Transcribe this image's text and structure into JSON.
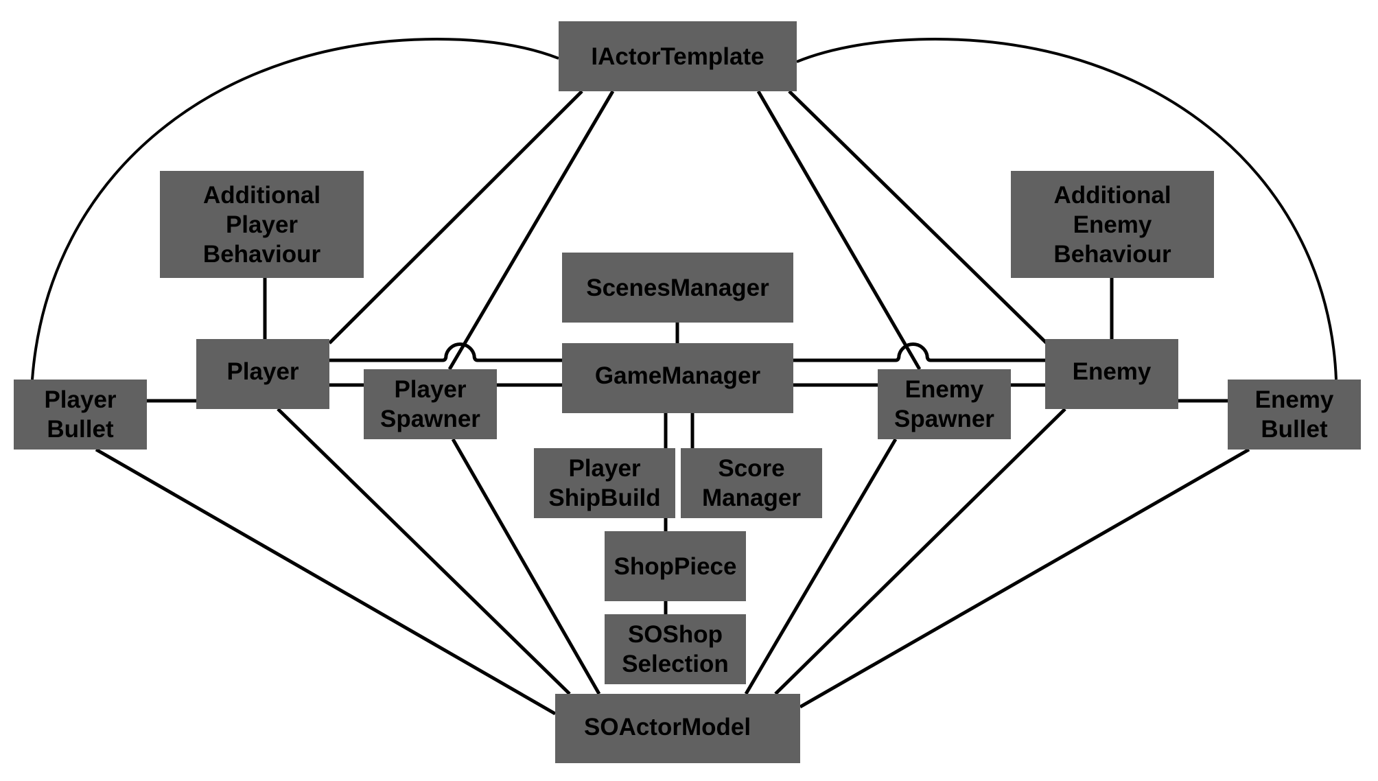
{
  "diagram": {
    "colors": {
      "node_fill": "#616161",
      "node_text": "#000000",
      "edge": "#000000",
      "background": "#ffffff"
    },
    "nodes": [
      {
        "id": "iactortemplate",
        "label": "IActorTemplate"
      },
      {
        "id": "additional-player-behaviour",
        "label": "Additional\nPlayer\nBehaviour"
      },
      {
        "id": "additional-enemy-behaviour",
        "label": "Additional\nEnemy\nBehaviour"
      },
      {
        "id": "scenesmanager",
        "label": "ScenesManager"
      },
      {
        "id": "player",
        "label": "Player"
      },
      {
        "id": "gamemanager",
        "label": "GameManager"
      },
      {
        "id": "enemy",
        "label": "Enemy"
      },
      {
        "id": "player-bullet",
        "label": "Player\nBullet"
      },
      {
        "id": "player-spawner",
        "label": "Player\nSpawner"
      },
      {
        "id": "enemy-spawner",
        "label": "Enemy\nSpawner"
      },
      {
        "id": "enemy-bullet",
        "label": "Enemy\nBullet"
      },
      {
        "id": "player-shipbuild",
        "label": "Player\nShipBuild"
      },
      {
        "id": "score-manager",
        "label": "Score\nManager"
      },
      {
        "id": "shoppiece",
        "label": "ShopPiece"
      },
      {
        "id": "soshop-selection",
        "label": "SOShop\nSelection"
      },
      {
        "id": "soactormodel",
        "label": "SOActorModel"
      }
    ],
    "edges": [
      {
        "from": "iactortemplate",
        "to": "player-bullet",
        "style": "arc"
      },
      {
        "from": "iactortemplate",
        "to": "enemy-bullet",
        "style": "arc"
      },
      {
        "from": "iactortemplate",
        "to": "player"
      },
      {
        "from": "iactortemplate",
        "to": "player-spawner"
      },
      {
        "from": "iactortemplate",
        "to": "enemy-spawner"
      },
      {
        "from": "iactortemplate",
        "to": "enemy"
      },
      {
        "from": "additional-player-behaviour",
        "to": "player"
      },
      {
        "from": "additional-enemy-behaviour",
        "to": "enemy"
      },
      {
        "from": "scenesmanager",
        "to": "gamemanager"
      },
      {
        "from": "player",
        "to": "gamemanager",
        "style": "hop"
      },
      {
        "from": "player",
        "to": "player-spawner"
      },
      {
        "from": "player-spawner",
        "to": "gamemanager"
      },
      {
        "from": "gamemanager",
        "to": "enemy",
        "style": "hop"
      },
      {
        "from": "gamemanager",
        "to": "enemy-spawner"
      },
      {
        "from": "enemy-spawner",
        "to": "enemy"
      },
      {
        "from": "player-bullet",
        "to": "player"
      },
      {
        "from": "enemy",
        "to": "enemy-bullet"
      },
      {
        "from": "gamemanager",
        "to": "player-shipbuild"
      },
      {
        "from": "gamemanager",
        "to": "score-manager"
      },
      {
        "from": "player-shipbuild",
        "to": "shoppiece"
      },
      {
        "from": "shoppiece",
        "to": "soshop-selection"
      },
      {
        "from": "player-bullet",
        "to": "soactormodel"
      },
      {
        "from": "player",
        "to": "soactormodel"
      },
      {
        "from": "player-spawner",
        "to": "soactormodel"
      },
      {
        "from": "enemy-spawner",
        "to": "soactormodel"
      },
      {
        "from": "enemy",
        "to": "soactormodel"
      },
      {
        "from": "enemy-bullet",
        "to": "soactormodel"
      }
    ]
  }
}
